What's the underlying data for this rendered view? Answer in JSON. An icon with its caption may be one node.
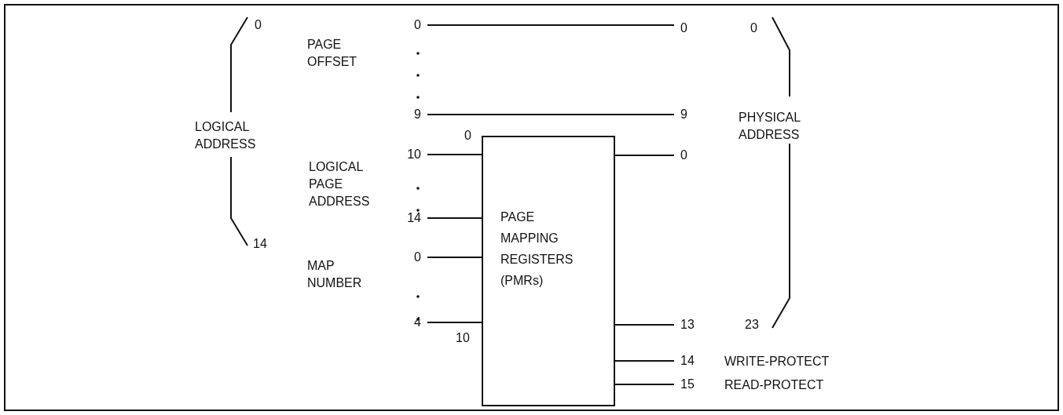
{
  "diagram": {
    "nodes": [
      {
        "text": [
          "PAGE MAPPING REGISTERS (PMRs)"
        ]
      },
      {
        "text": [
          "0"
        ]
      },
      {
        "text": [
          "0"
        ]
      },
      {
        "text": [
          "9"
        ]
      },
      {
        "text": [
          "9"
        ]
      },
      {
        "text": [
          "10"
        ]
      },
      {
        "text": [
          "14"
        ]
      },
      {
        "text": [
          "0"
        ]
      },
      {
        "text": [
          "4"
        ]
      },
      {
        "text": [
          "0"
        ]
      },
      {
        "text": [
          "13"
        ]
      },
      {
        "text": [
          "14"
        ]
      },
      {
        "text": [
          "15"
        ]
      }
    ],
    "edges": [
      {
        "from": 1,
        "to": 2,
        "arrow": "none"
      },
      {
        "from": 3,
        "to": 4,
        "arrow": "none"
      },
      {
        "from": 5,
        "to": 0,
        "arrow": "none"
      },
      {
        "from": 6,
        "to": 0,
        "arrow": "none"
      },
      {
        "from": 7,
        "to": 0,
        "arrow": "none"
      },
      {
        "from": 8,
        "to": 0,
        "arrow": "none"
      },
      {
        "from": 0,
        "to": 9,
        "arrow": "none"
      },
      {
        "from": 0,
        "to": 10,
        "arrow": "none"
      },
      {
        "from": 0,
        "to": 11,
        "arrow": "none"
      },
      {
        "from": 0,
        "to": 12,
        "arrow": "none"
      }
    ],
    "labels": [
      "0",
      "PAGE OFFSET",
      "LOGICAL ADDRESS",
      "LOGICAL PAGE ADDRESS",
      "0",
      "MAP NUMBER",
      "14",
      "10",
      "0",
      "PHYSICAL ADDRESS",
      "23",
      "WRITE-PROTECT",
      "READ-PROTECT"
    ]
  }
}
